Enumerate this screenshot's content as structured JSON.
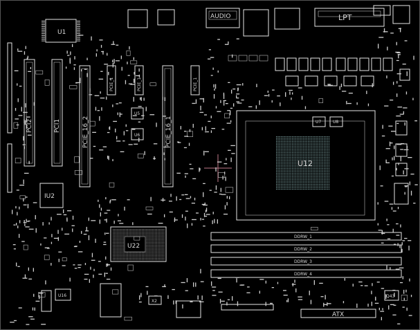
{
  "labels": {
    "u1": "U1",
    "iu2": "IU2",
    "pci2": "PCI2",
    "pci1": "PCI1",
    "pcie16_2": "PCIE_16_2",
    "pcie16_1": "PCIE_16_1",
    "pcie1_1": "PCIE_1",
    "pcie1_2": "PCIE_1",
    "pcie1_3": "PCIE_1",
    "audio": "AUDIO",
    "lpt": "LPT",
    "u12": "U12",
    "u7": "U7",
    "u8": "U8",
    "u5": "U5",
    "u6": "U6",
    "u22": "U22",
    "x2": "X2",
    "ddr1": "DDRW_1",
    "ddr2": "DDRW_2",
    "ddr3": "DDRW_3",
    "ddr4": "DDRW_4",
    "atx": "ATX",
    "u16": "U16",
    "q43": "Q43"
  },
  "colors": {
    "background": "#000000",
    "trace": "#e6e6e6",
    "cpu_pads": "#7fa3a3",
    "crosshair": "#c07a8a"
  }
}
